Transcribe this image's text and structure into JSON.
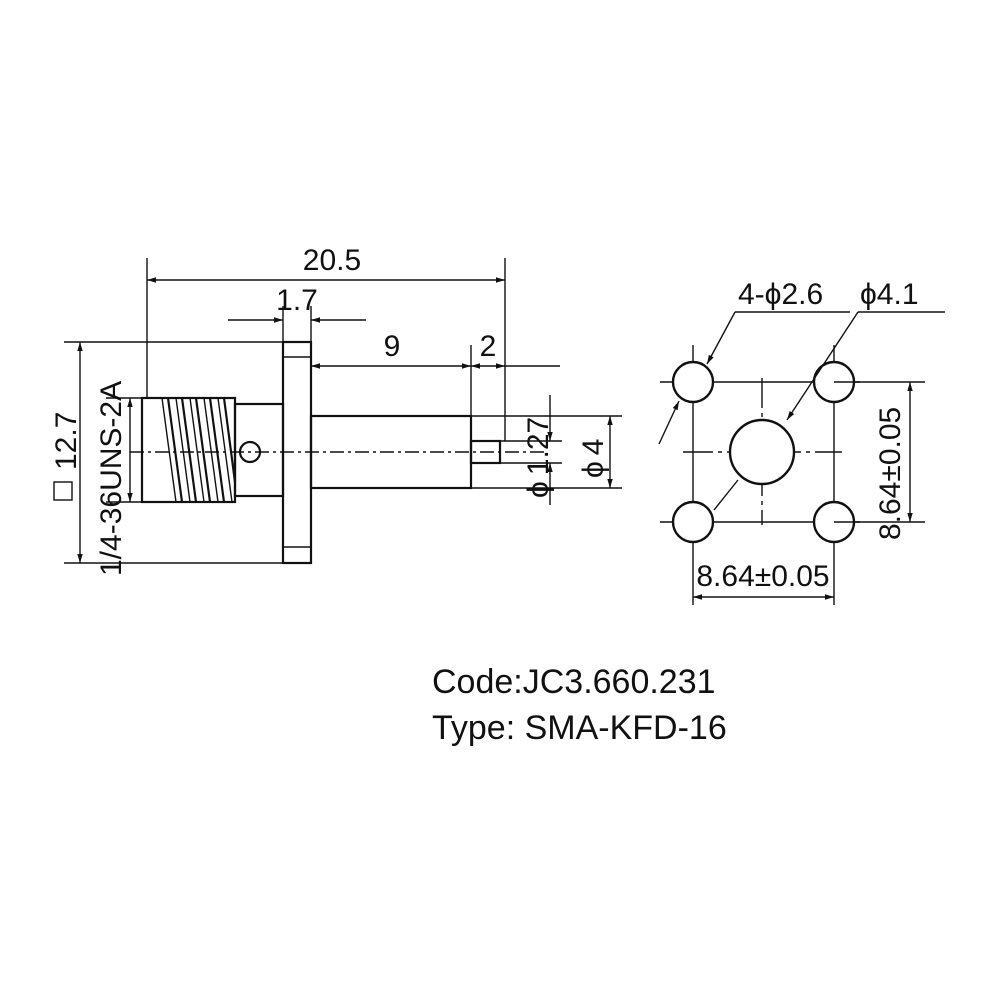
{
  "side_view": {
    "overall_length": "20.5",
    "flange_thickness": "1.7",
    "body_length": "9",
    "pin_length": "2",
    "pin_diameter": "1.27",
    "pin_diameter_symbol": "ϕ",
    "body_diameter": "4",
    "body_diameter_symbol": "ϕ",
    "flange_square": "12.7",
    "thread_spec": "1/4-36UNS-2A"
  },
  "front_view": {
    "mount_holes": "4-ϕ2.6",
    "center_hole": "ϕ4.1",
    "vertical_spacing": "8.64±0.05",
    "horizontal_spacing": "8.64±0.05"
  },
  "caption": {
    "code": "Code:JC3.660.231",
    "type": "Type: SMA-KFD-16"
  }
}
